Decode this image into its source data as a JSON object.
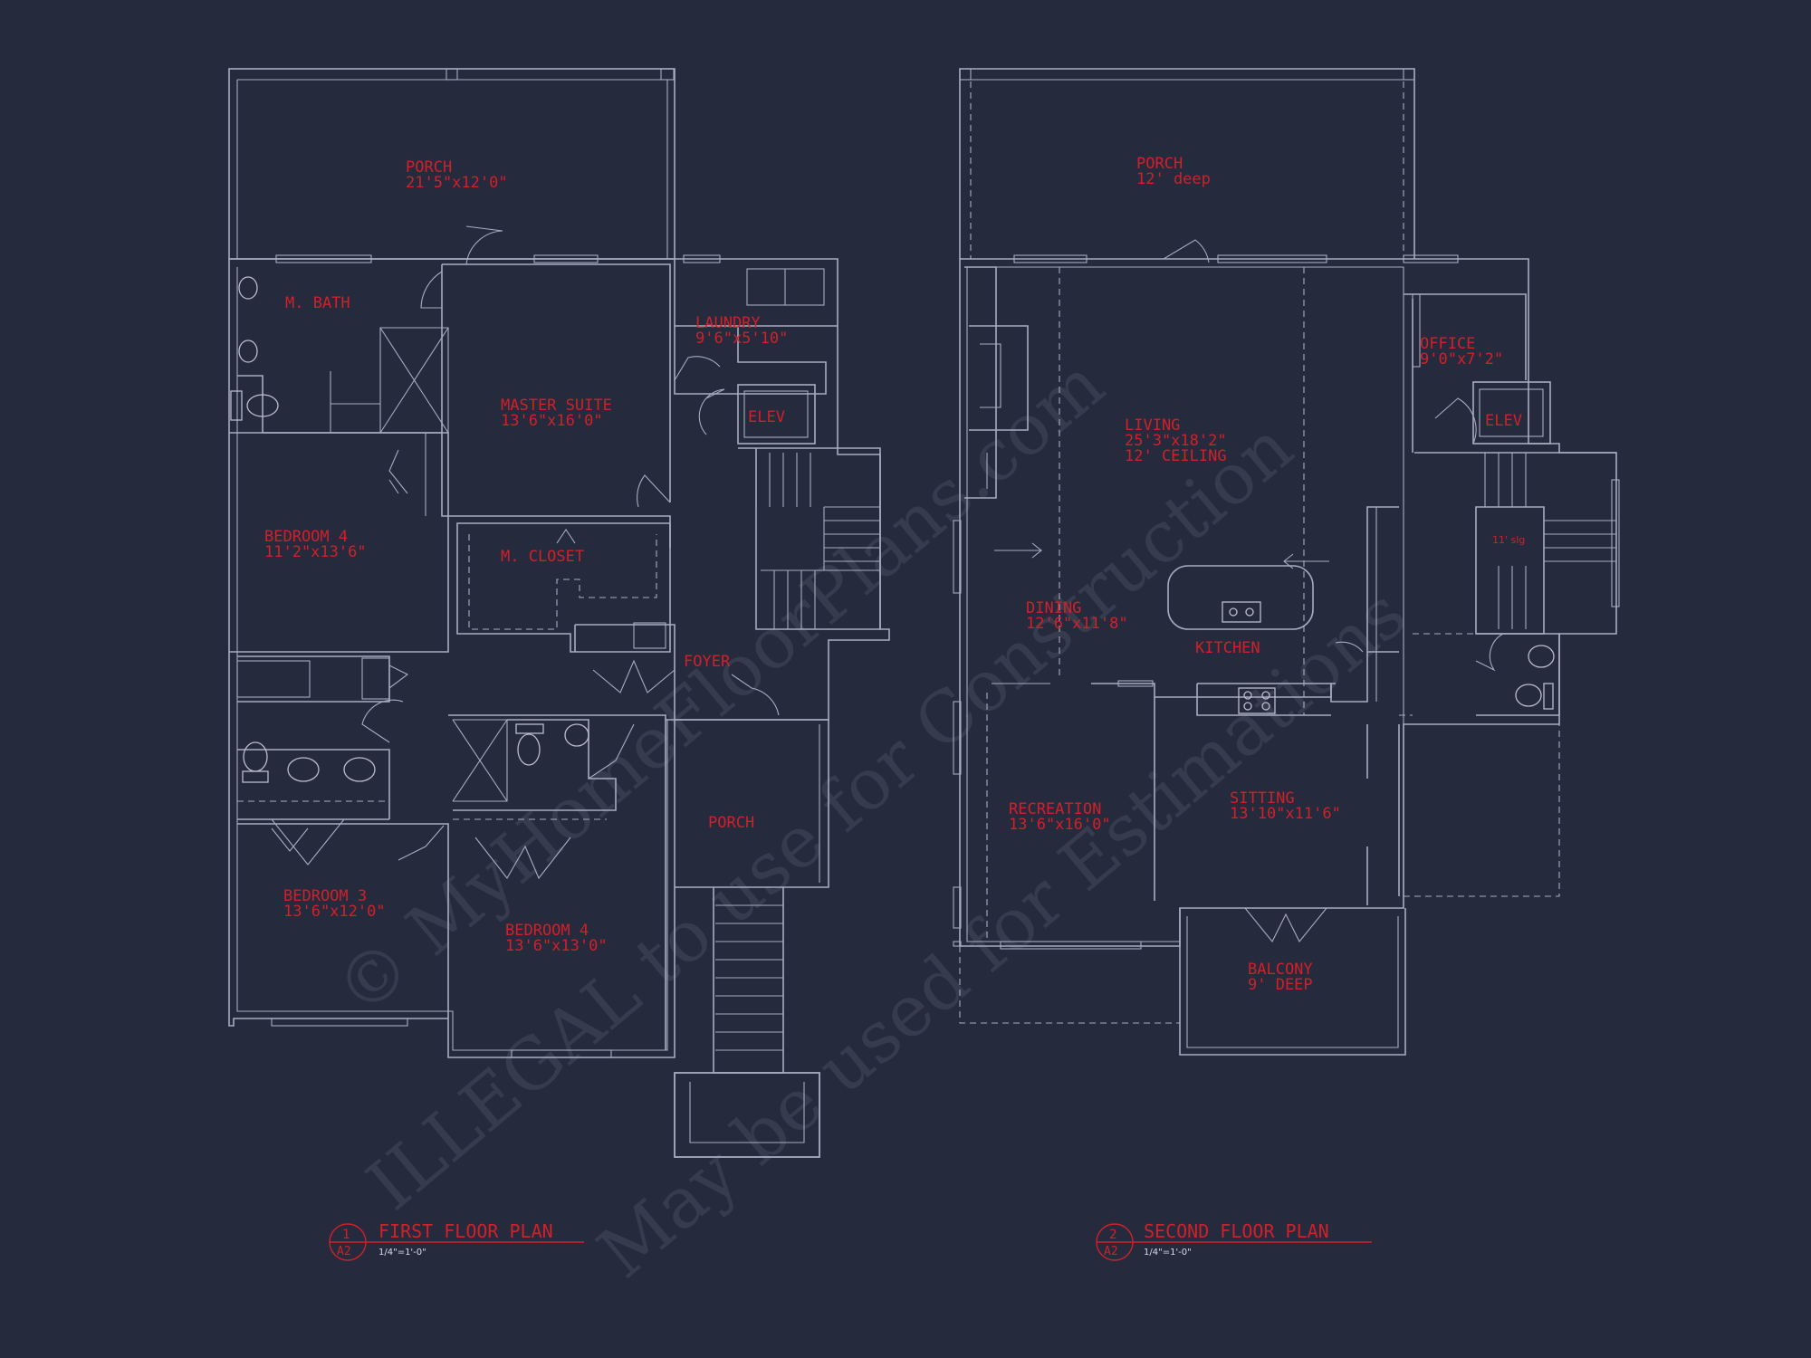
{
  "watermark": {
    "line1": "© MyHomeFloorPlans.com",
    "line2": "ILLEGAL to use for Construction",
    "line3": "May be used for Estimations"
  },
  "first_floor": {
    "rooms": [
      {
        "name": "PORCH",
        "dims": "21'5\"x12'0\""
      },
      {
        "name": "M. BATH",
        "dims": ""
      },
      {
        "name": "LAUNDRY",
        "dims": "9'6\"x5'10\""
      },
      {
        "name": "ELEV",
        "dims": ""
      },
      {
        "name": "MASTER SUITE",
        "dims": "13'6\"x16'0\""
      },
      {
        "name": "BEDROOM 4",
        "dims": "11'2\"x13'6\""
      },
      {
        "name": "M. CLOSET",
        "dims": ""
      },
      {
        "name": "FOYER",
        "dims": ""
      },
      {
        "name": "PORCH",
        "dims": ""
      },
      {
        "name": "BEDROOM 3",
        "dims": "13'6\"x12'0\""
      },
      {
        "name": "BEDROOM 4",
        "dims": "13'6\"x13'0\""
      }
    ],
    "title": {
      "number": "1",
      "sheet": "A2",
      "text": "FIRST FLOOR PLAN",
      "scale": "1/4\"=1'-0\""
    }
  },
  "second_floor": {
    "rooms": [
      {
        "name": "PORCH",
        "dims": "12' deep"
      },
      {
        "name": "LIVING",
        "dims": "25'3\"x18'2\"",
        "extra": "12' CEILING"
      },
      {
        "name": "OFFICE",
        "dims": "9'0\"x7'2\""
      },
      {
        "name": "ELEV",
        "dims": ""
      },
      {
        "name": "DINING",
        "dims": "12'6\"x11'8\""
      },
      {
        "name": "KITCHEN",
        "dims": ""
      },
      {
        "name": "RECREATION",
        "dims": "13'6\"x16'0\""
      },
      {
        "name": "SITTING",
        "dims": "13'10\"x11'6\""
      },
      {
        "name": "BALCONY",
        "dims": "9' DEEP"
      }
    ],
    "note": "11' slg",
    "title": {
      "number": "2",
      "sheet": "A2",
      "text": "SECOND FLOOR PLAN",
      "scale": "1/4\"=1'-0\""
    }
  },
  "colors": {
    "background": "#262a3d",
    "linework": "#a7acc0",
    "labels": "#d0202a"
  }
}
